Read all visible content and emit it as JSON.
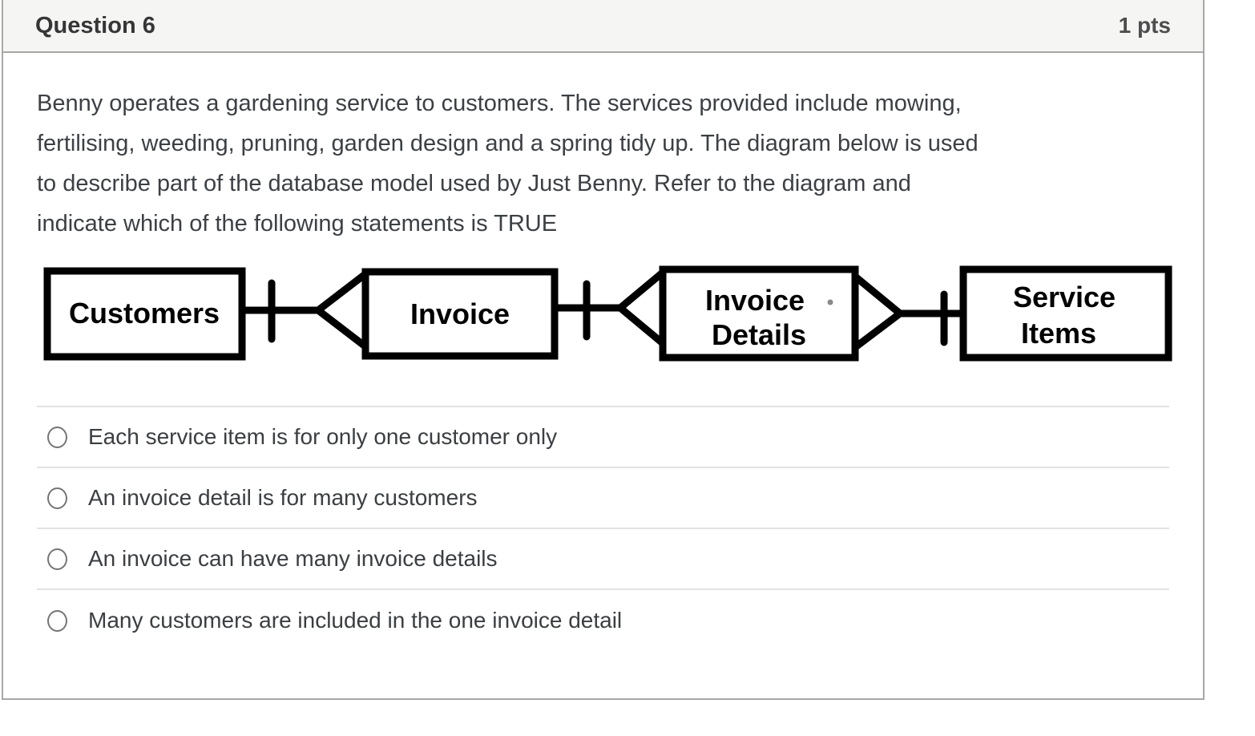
{
  "header": {
    "title": "Question 6",
    "points": "1 pts"
  },
  "question": {
    "lines": [
      "Benny operates a gardening service to customers. The services provided include mowing,",
      "fertilising, weeding, pruning, garden design and a spring tidy up. The diagram below is used",
      "to describe part of the database model used by Just Benny. Refer to the diagram and",
      "indicate which of the following statements is TRUE"
    ]
  },
  "diagram": {
    "type": "entity-relationship (crow's foot notation)",
    "entities": [
      {
        "line1": "Customers",
        "line2": ""
      },
      {
        "line1": "Invoice",
        "line2": ""
      },
      {
        "line1": "Invoice",
        "line2": "Details"
      },
      {
        "line1": "Service",
        "line2": "Items"
      }
    ],
    "relationships": [
      {
        "from": "Customers",
        "to": "Invoice",
        "from_cardinality": "one",
        "to_cardinality": "many"
      },
      {
        "from": "Invoice",
        "to": "Invoice Details",
        "from_cardinality": "one",
        "to_cardinality": "many"
      },
      {
        "from": "Invoice Details",
        "to": "Service Items",
        "from_cardinality": "many",
        "to_cardinality": "one"
      }
    ]
  },
  "options": [
    {
      "label": "Each service item is for only one customer only",
      "selected": false
    },
    {
      "label": "An invoice detail is for many customers",
      "selected": false
    },
    {
      "label": "An invoice can have many invoice details",
      "selected": false
    },
    {
      "label": "Many customers are included in the one invoice detail",
      "selected": false
    }
  ],
  "colors": {
    "header_bg": "#f5f5f4",
    "panel_border": "#a8a8a8",
    "row_divider": "#e2e2e2",
    "body_text": "#3c4045",
    "diagram_ink": "#000000",
    "radio_border": "#757575"
  }
}
